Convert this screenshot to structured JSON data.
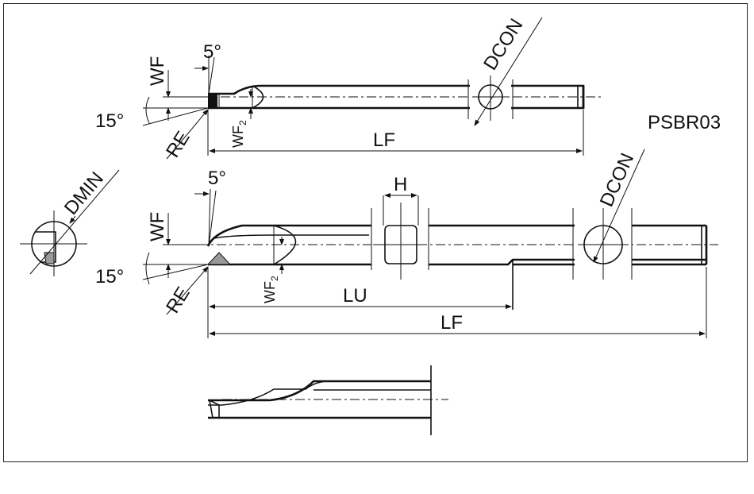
{
  "labels": {
    "wf": "WF",
    "angle_5": "5°",
    "dcon": "DCON",
    "angle_15": "15°",
    "re": "RE",
    "wf2_base": "WF",
    "wf2_sub": "2",
    "lf": "LF",
    "psbr": "PSBR03",
    "h": "H",
    "dmin": "DMIN",
    "lu": "LU"
  }
}
